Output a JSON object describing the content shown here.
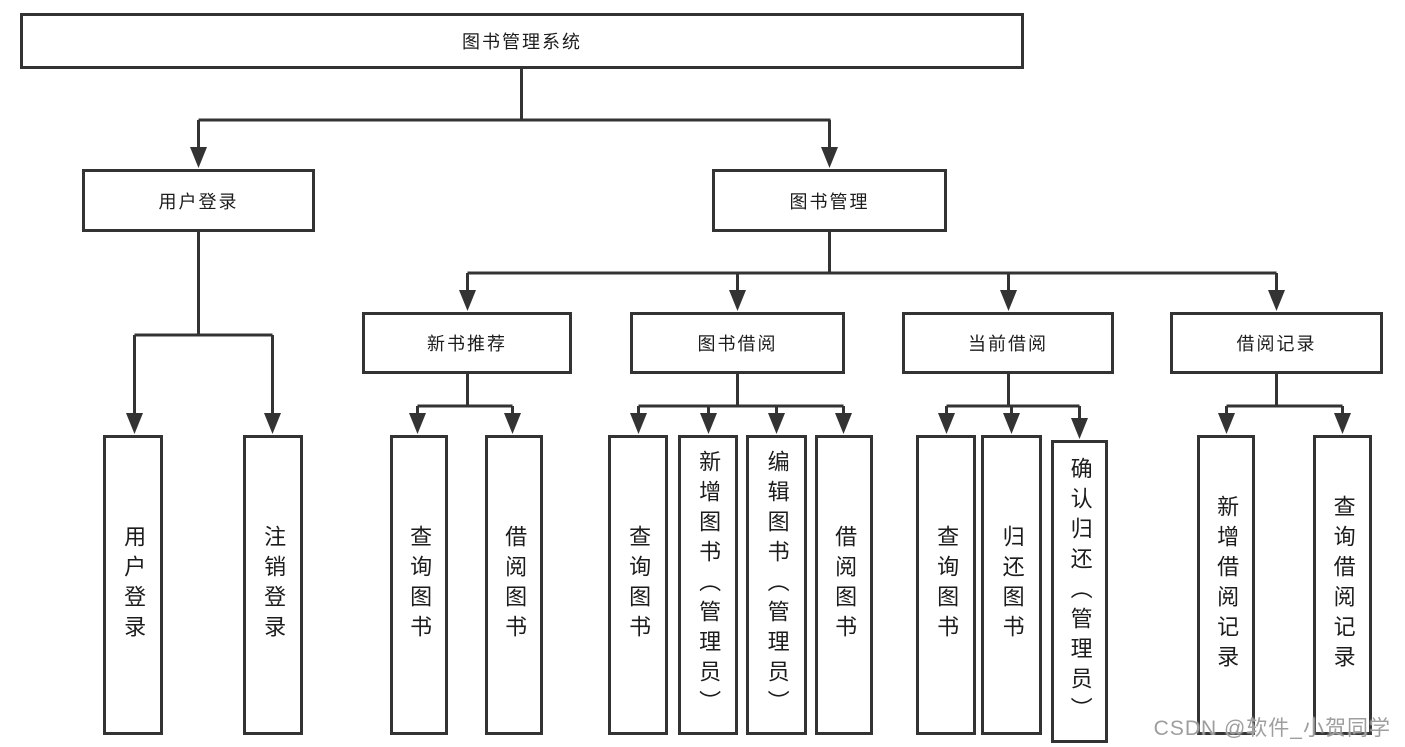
{
  "watermark": "CSDN @软件_小贺同学",
  "colors": {
    "line": "#333333",
    "text": "#1c1c1c",
    "watermark": "#9e9e9e",
    "background": "#ffffff"
  },
  "tree": {
    "label": "图书管理系统",
    "children": [
      {
        "label": "用户登录",
        "children": [
          {
            "label": "用户登录"
          },
          {
            "label": "注销登录"
          }
        ]
      },
      {
        "label": "图书管理",
        "children": [
          {
            "label": "新书推荐",
            "children": [
              {
                "label": "查询图书"
              },
              {
                "label": "借阅图书"
              }
            ]
          },
          {
            "label": "图书借阅",
            "children": [
              {
                "label": "查询图书"
              },
              {
                "label": "新增图书（管理员）"
              },
              {
                "label": "编辑图书（管理员）"
              },
              {
                "label": "借阅图书"
              }
            ]
          },
          {
            "label": "当前借阅",
            "children": [
              {
                "label": "查询图书"
              },
              {
                "label": "归还图书"
              },
              {
                "label": "确认归还（管理员）"
              }
            ]
          },
          {
            "label": "借阅记录",
            "children": [
              {
                "label": "新增借阅记录"
              },
              {
                "label": "查询借阅记录"
              }
            ]
          }
        ]
      }
    ]
  }
}
